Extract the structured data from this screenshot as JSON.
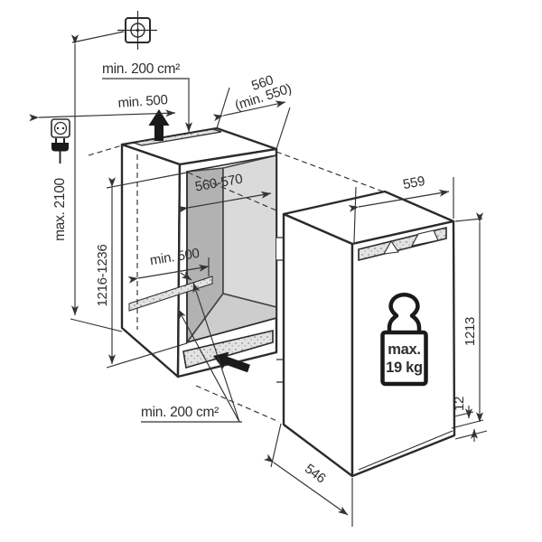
{
  "diagram": {
    "labels": {
      "top_vent_area": "min. 200 cm²",
      "top_clearance": "min. 500",
      "niche_depth": "560",
      "niche_depth_min": "(min. 550)",
      "niche_width": "560-570",
      "rear_clearance": "min. 500",
      "overall_height": "max. 2100",
      "niche_height": "1216-1236",
      "appliance_width": "559",
      "appliance_height": "1213",
      "appliance_depth": "546",
      "door_gap": "12",
      "bottom_vent_area": "min. 200 cm²"
    },
    "weight_badge": {
      "line1": "max.",
      "line2": "19 kg"
    },
    "colors": {
      "line": "#2b2b2b",
      "interior_side_wall": "#b2b2b2",
      "interior_back_wall": "#dadada",
      "interior_floor": "#cdcdcd",
      "vent_fill": "#e3e3e3",
      "vent_dot": "#8a8a8a"
    },
    "icons": {
      "fixing_point": "fixing-point-crosshair-icon",
      "power_socket": "power-socket-icon",
      "power_plug": "power-plug-icon",
      "airflow_up": "airflow-up-arrow-icon",
      "airflow_in": "airflow-in-arrow-icon",
      "max_door_weight": "max-door-weight-icon"
    }
  }
}
